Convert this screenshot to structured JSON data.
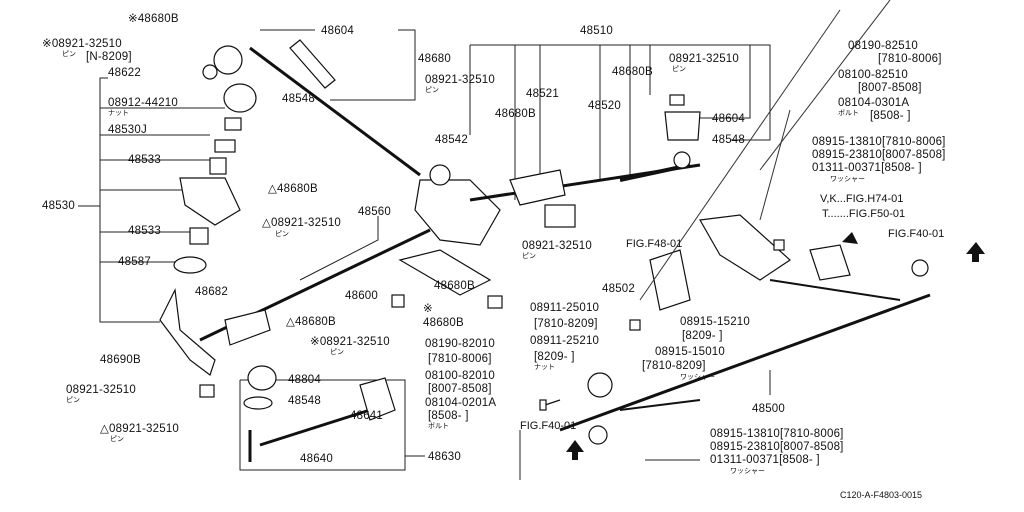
{
  "labels": {
    "p1": "※48680B",
    "p2": "48604",
    "p3": "※08921-32510",
    "pin_jp": "ピン",
    "p4": "[N-8209]",
    "p5": "48622",
    "p6": "48680",
    "p7": "08921-32510",
    "p8": "48548",
    "p9": "08912-44210",
    "nut_jp": "ナット",
    "p10": "48530J",
    "p11": "48533",
    "p12": "48530",
    "p13": "48533",
    "p14": "48587",
    "p15": "48682",
    "p16": "△48680B",
    "p17": "△08921-32510",
    "p18": "48560",
    "p19": "48510",
    "p20": "08921-32510",
    "p21": "48680B",
    "p22": "48521",
    "p23": "48520",
    "p24": "48680B",
    "p25": "48604",
    "p26": "48548",
    "p27": "48542",
    "p28": "08190-82510",
    "p29": "[7810-8006]",
    "p30": "08100-82510",
    "p31": "[8007-8508]",
    "p32": "08104-0301A",
    "bolt_jp": "ボルト",
    "p33": "[8508-      ]",
    "p34": "08915-13810[7810-8006]",
    "p35": "08915-23810[8007-8508]",
    "p36": "01311-00371[8508-      ]",
    "washer_jp": "ワッシャー",
    "p37": "V,K...FIG.H74-01",
    "p38": "T.......FIG.F50-01",
    "p39": "FIG.F40-01",
    "p40": "FIG.F48-01",
    "p41": "08921-32510",
    "p42": "48680B",
    "p43": "48502",
    "p44": "48600",
    "p45": "※",
    "p46": "48680B",
    "p47": "△48680B",
    "p48": "※08921-32510",
    "p49": "08911-25010",
    "p50": "[7810-8209]",
    "p51": "08911-25210",
    "p52": "[8209-      ]",
    "p53": "08915-15210",
    "p54": "[8209-      ]",
    "p55": "08915-15010",
    "p56": "[7810-8209]",
    "p57": "08190-82010",
    "p58": "[7810-8006]",
    "p59": "08100-82010",
    "p60": "[8007-8508]",
    "p61": "08104-0201A",
    "p62": "[8508-      ]",
    "p63": "48690B",
    "p64": "48804",
    "p65": "48548",
    "p66": "08921-32510",
    "p67": "48641",
    "p68": "△08921-32510",
    "p69": "48640",
    "p70": "48630",
    "p71": "FIG.F40-01",
    "p72": "48500",
    "p73": "08915-13810[7810-8006]",
    "p74": "08915-23810[8007-8508]",
    "p75": "01311-00371[8508-      ]",
    "code": "C120-A-F4803-0015"
  }
}
